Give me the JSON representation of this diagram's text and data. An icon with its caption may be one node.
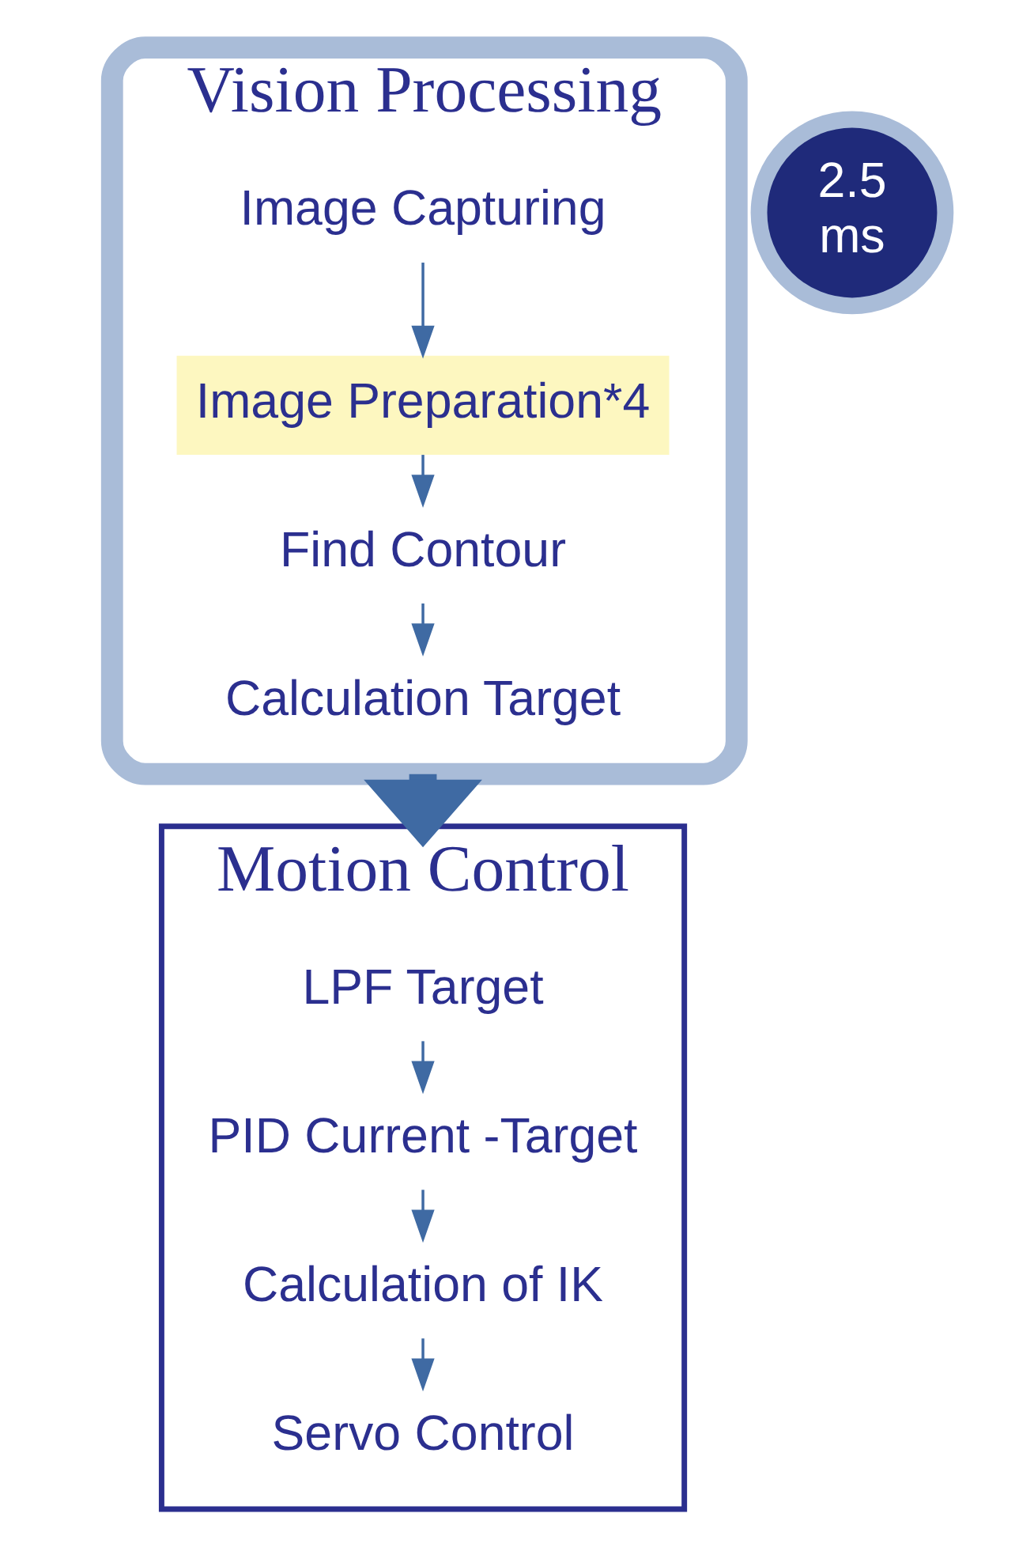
{
  "diagram": {
    "nodes": [
      {
        "text": [
          "Vision Processing"
        ]
      },
      {
        "text": [
          "Image Capturing"
        ],
        "in": 0
      },
      {
        "text": [
          "Image Preparation*4"
        ],
        "in": 0
      },
      {
        "text": [
          "Find Contour"
        ],
        "in": 0
      },
      {
        "text": [
          "Calculation Target"
        ],
        "in": 0
      },
      {
        "text": [
          "2.5",
          "ms"
        ]
      },
      {
        "text": [
          "Motion Control"
        ]
      },
      {
        "text": [
          "LPF Target"
        ],
        "in": 6
      },
      {
        "text": [
          "PID Current -Target"
        ],
        "in": 6
      },
      {
        "text": [
          "Calculation of IK"
        ],
        "in": 6
      },
      {
        "text": [
          "Servo Control"
        ],
        "in": 6
      }
    ],
    "edges": [
      {
        "from": 1,
        "to": 2,
        "arrow": "to"
      },
      {
        "from": 2,
        "to": 3,
        "arrow": "to"
      },
      {
        "from": 3,
        "to": 4,
        "arrow": "to"
      },
      {
        "from": 0,
        "to": 6,
        "arrow": "to",
        "style": "thick"
      },
      {
        "from": 7,
        "to": 8,
        "arrow": "to"
      },
      {
        "from": 8,
        "to": 9,
        "arrow": "to"
      },
      {
        "from": 9,
        "to": 10,
        "arrow": "to"
      }
    ]
  }
}
